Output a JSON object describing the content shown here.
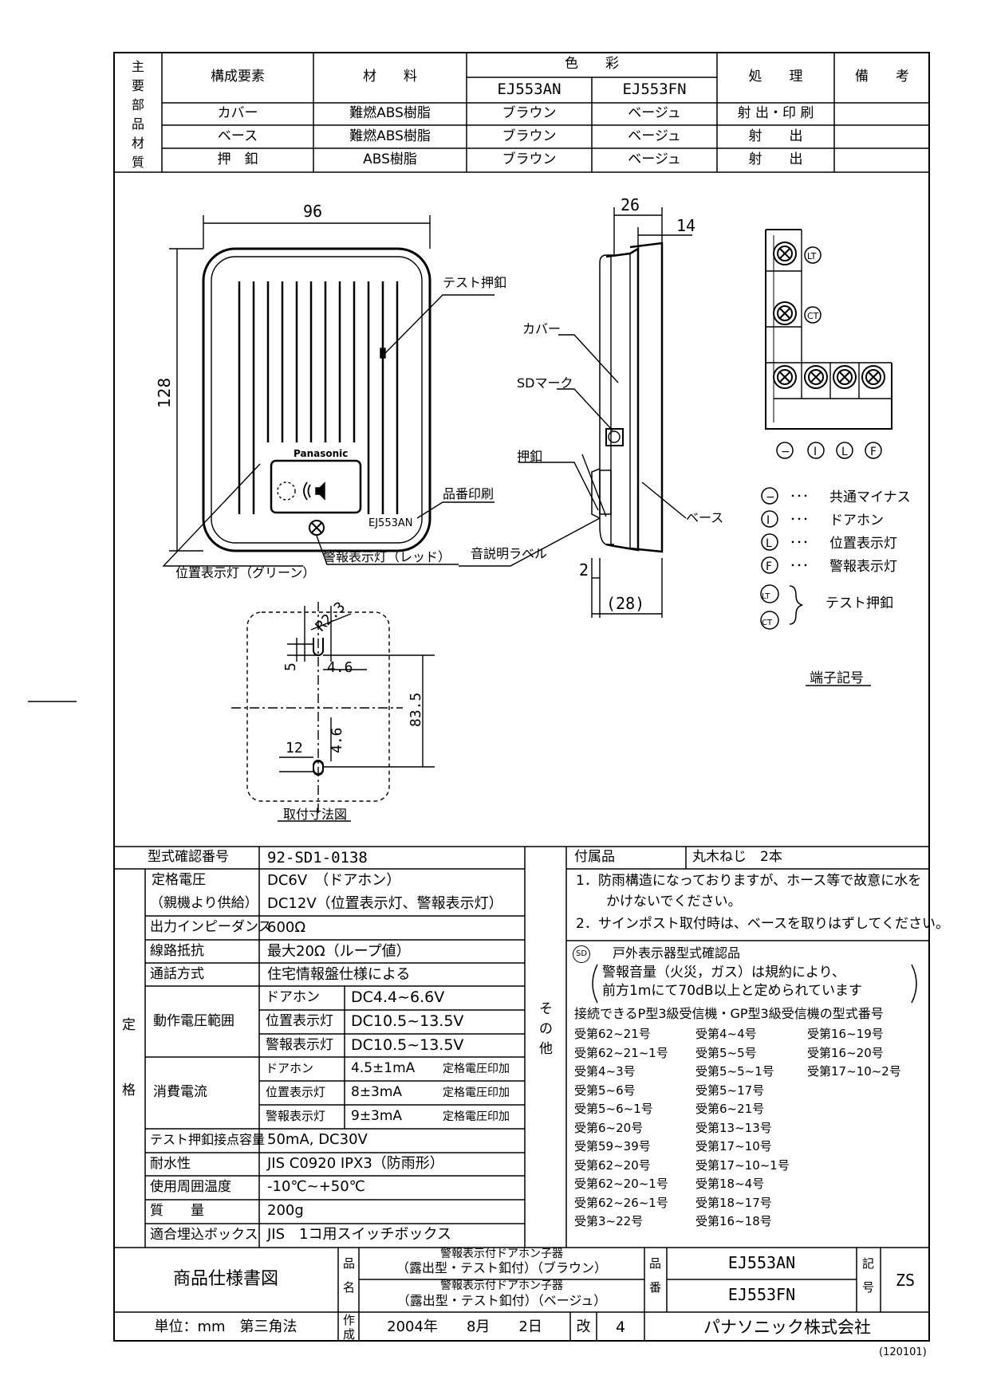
{
  "materials": {
    "side_title": [
      "主",
      "要",
      "部",
      "品",
      "材",
      "質"
    ],
    "headers": {
      "component": "構成要素",
      "material": "材　　料",
      "color": "色　　彩",
      "treatment": "処　　理",
      "remarks": "備　　考"
    },
    "models": [
      "EJ553AN",
      "EJ553FN"
    ],
    "rows": [
      {
        "component": "カバー",
        "material": "難燃ABS樹脂",
        "c1": "ブラウン",
        "c2": "ベージュ",
        "treatment": "射 出・印 刷"
      },
      {
        "component": "ベース",
        "material": "難燃ABS樹脂",
        "c1": "ブラウン",
        "c2": "ベージュ",
        "treatment": "射　　出"
      },
      {
        "component": "押　釦",
        "material": "ABS樹脂",
        "c1": "ブラウン",
        "c2": "ベージュ",
        "treatment": "射　　出"
      }
    ]
  },
  "drawing": {
    "dim_width": "96",
    "dim_height": "128",
    "brand": "Panasonic",
    "model_print": "EJ553AN",
    "label_test_button": "テスト押釦",
    "label_position_lamp": "位置表示灯（グリーン）",
    "label_alarm_lamp": "警報表示灯（レッド）",
    "side_dim_26": "26",
    "side_dim_14": "14",
    "side_dim_2": "2",
    "side_dim_28": "(28)",
    "label_cover": "カバー",
    "label_sd_mark": "SDマーク",
    "label_button": "押釦",
    "label_part_print": "品番印刷",
    "label_sound_label": "音説明ラベル",
    "label_base": "ベース",
    "mount_r": "R2.3",
    "mount_5": "5",
    "mount_46a": "4.6",
    "mount_835": "83.5",
    "mount_46b": "4.6",
    "mount_12": "12",
    "mount_title": "取付寸法図",
    "terminal_lt": "LT",
    "terminal_ct": "CT",
    "terminal_symbols": [
      "−",
      "I",
      "L",
      "F"
    ],
    "legend": [
      {
        "sym": "−",
        "text": "共通マイナス"
      },
      {
        "sym": "I",
        "text": "ドアホン"
      },
      {
        "sym": "L",
        "text": "位置表示灯"
      },
      {
        "sym": "F",
        "text": "警報表示灯"
      }
    ],
    "legend_dots": "･･･",
    "legend_test": "テスト押釦",
    "terminal_caption": "端子記号"
  },
  "specs": {
    "type_no_label": "型式確認番号",
    "type_no_value": "92-SD1-0138",
    "section_label": [
      "定",
      "格"
    ],
    "rated_voltage_label1": "定格電圧",
    "rated_voltage_label2": "（親機より供給）",
    "rated_voltage_v1": "DC6V　（ドアホン）",
    "rated_voltage_v2": "DC12V（位置表示灯、警報表示灯）",
    "impedance_label": "出力インピーダンス",
    "impedance_value": "600Ω",
    "line_res_label": "線路抵抗",
    "line_res_value": "最大20Ω（ループ値）",
    "comm_label": "通話方式",
    "comm_value": "住宅情報盤仕様による",
    "op_range_label": "動作電圧範囲",
    "op_range": [
      {
        "k": "ドアホン",
        "v": "DC4.4~6.6V"
      },
      {
        "k": "位置表示灯",
        "v": "DC10.5~13.5V"
      },
      {
        "k": "警報表示灯",
        "v": "DC10.5~13.5V"
      }
    ],
    "current_label": "消費電流",
    "current": [
      {
        "k": "ドアホン",
        "v": "4.5±1mA",
        "n": "定格電圧印加"
      },
      {
        "k": "位置表示灯",
        "v": "8±3mA",
        "n": "定格電圧印加"
      },
      {
        "k": "警報表示灯",
        "v": "9±3mA",
        "n": "定格電圧印加"
      }
    ],
    "contact_label": "テスト押釦接点容量",
    "contact_value": "50mA, DC30V",
    "water_label": "耐水性",
    "water_value": "JIS C0920 IPX3（防雨形）",
    "temp_label": "使用周囲温度",
    "temp_value": "-10℃~+50℃",
    "mass_label": "質　　量",
    "mass_value": "200g",
    "box_label": "適合埋込ボックス",
    "box_value": "JIS　1コ用スイッチボックス"
  },
  "other": {
    "label": [
      "そ",
      "の",
      "他"
    ],
    "acc_label": "付属品",
    "acc_value": "丸木ねじ　2本",
    "note1a": "1．防雨構造になっておりますが、ホース等で故意に水を",
    "note1b": "かけないでください。",
    "note2": "2．サインポスト取付時は、ベースを取りはずしてください。",
    "sd_symbol": "SD",
    "sd_title": "戸外表示器型式確認品",
    "alarm_line1": "警報音量（火災，ガス）は規約により、",
    "alarm_line2": "前方1mにて70dB以上と定められています",
    "conn_title": "接続できるP型3級受信機・GP型3級受信機の型式番号",
    "receivers": [
      [
        "受第62~21号",
        "受第4~4号",
        "受第16~19号"
      ],
      [
        "受第62~21~1号",
        "受第5~5号",
        "受第16~20号"
      ],
      [
        "受第4~3号",
        "受第5~5~1号",
        "受第17~10~2号"
      ],
      [
        "受第5~6号",
        "受第5~17号",
        ""
      ],
      [
        "受第5~6~1号",
        "受第6~21号",
        ""
      ],
      [
        "受第6~20号",
        "受第13~13号",
        ""
      ],
      [
        "受第59~39号",
        "受第17~10号",
        ""
      ],
      [
        "受第62~20号",
        "受第17~10~1号",
        ""
      ],
      [
        "受第62~20~1号",
        "受第18~4号",
        ""
      ],
      [
        "受第62~26~1号",
        "受第18~17号",
        ""
      ],
      [
        "受第3~22号",
        "受第16~18号",
        ""
      ]
    ]
  },
  "title_block": {
    "doc_title": "商品仕様書図",
    "name_label": [
      "品",
      "名"
    ],
    "name1a": "警報表示付ドアホン子器",
    "name1b": "（露出型・テスト釦付）（ブラウン）",
    "name2a": "警報表示付ドアホン子器",
    "name2b": "（露出型・テスト釦付）（ベージュ）",
    "part_label": [
      "品",
      "番"
    ],
    "part1": "EJ553AN",
    "part2": "EJ553FN",
    "sym_label": [
      "記",
      "号"
    ],
    "sym_value": "ZS",
    "unit": "単位：mm　第三角法",
    "made_label": [
      "作",
      "成"
    ],
    "date": "2004年　　8月　　2日",
    "rev_label": "改",
    "rev_value": "4",
    "company": "パナソニック株式会社",
    "doc_code": "(120101)"
  }
}
